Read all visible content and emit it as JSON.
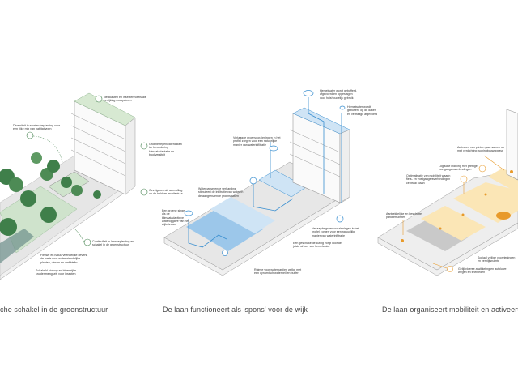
{
  "colors": {
    "green": "#3f7f4a",
    "light_green": "#cfe3cc",
    "blue": "#3a8fd0",
    "light_blue": "#cfe4f5",
    "orange": "#e89a2a",
    "light_orange": "#fbe6b6",
    "line": "#9a9a9a"
  },
  "panels": [
    {
      "caption": "che schakel in de groenstructuur",
      "theme_icon": "tree-icon",
      "notes": [
        "Nestkasten en insectenhotels als verrijking ecosysteem",
        "Diversiteit in soorten beplanting voor een rijke mix van habitattypen",
        "Groene regenwaterdaken ter bevordering klimaatadaptatie en biodiversiteit",
        "Gevelgroen als aanvulling op de heldere architectuur",
        "Continuïteit in laanbeplanting en schakel in de groenstructuur",
        "Flexwe en natuurvriendelijke oevers, de basis voor watervriendelijke planten, vissen en amfibieën",
        "Schakeld biotoop en bloemrijke kruidenmengsels voor insecten"
      ]
    },
    {
      "caption": "De laan functioneert als 'spons' voor de wijk",
      "theme_icon": "rain-cloud-icon",
      "notes": [
        "Hemelwater wordt gebufferd, afgevoerd en opgeslagen voor huishoudelijk gebruik",
        "Hemelwater wordt gebufferd op de daken en vertraagd afgevoerd",
        "Verlaagde groenvoorzieningen in het profiel zorgen voor een natuurlijke manier van waterinfiltratie",
        "Waterpasserende verharding stimuleert de infiltratie van water in de aangrenzende groenstroken",
        "Een groene singel als de klimaatadaptieve wateropgave van het wijkniveau",
        "Een geschakelde lozing zorgt voor de juiste afvoer van hemelwater",
        "Ruimte voor waterpartijen welke met een dynamisch waterpeil en buffer",
        "Verlaagde groenvoorzieningen in het profiel zorgen voor een natuurlijke manier van waterinfiltratie"
      ]
    },
    {
      "caption": "De laan organiseert mobiliteit en activeert het st",
      "theme_icon": "pedestrian-icon",
      "notes": [
        "Activeren van plinten gaat samen op met verdichting woningbouwopgave",
        "Logische indeling met prettige voetgangersverbindingen",
        "Optimalisatie van mobiliteit waarin fiets- en voetgangersverbindingen centraal staan",
        "Aantrekkelijke en beschutte parkeerruimtes",
        "Sociaal veilige voorzieningen en verblijfsruimte",
        "Gelijkvloerse afwikkeling en autoluwe wegen en snelheden"
      ]
    }
  ]
}
